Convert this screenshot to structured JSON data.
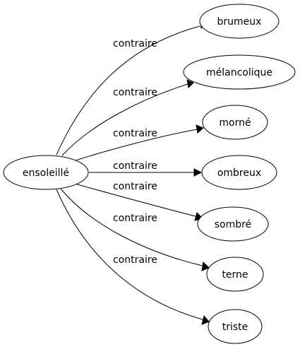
{
  "graph": {
    "source": {
      "label": "ensoleillé"
    },
    "edges": [
      {
        "label": "contraire",
        "target": "brumeux"
      },
      {
        "label": "contraire",
        "target": "mélancolique"
      },
      {
        "label": "contraire",
        "target": "morné"
      },
      {
        "label": "contraire",
        "target": "ombreux"
      },
      {
        "label": "contraire",
        "target": "sombré"
      },
      {
        "label": "contraire",
        "target": "terne"
      },
      {
        "label": "contraire",
        "target": "triste"
      }
    ]
  }
}
